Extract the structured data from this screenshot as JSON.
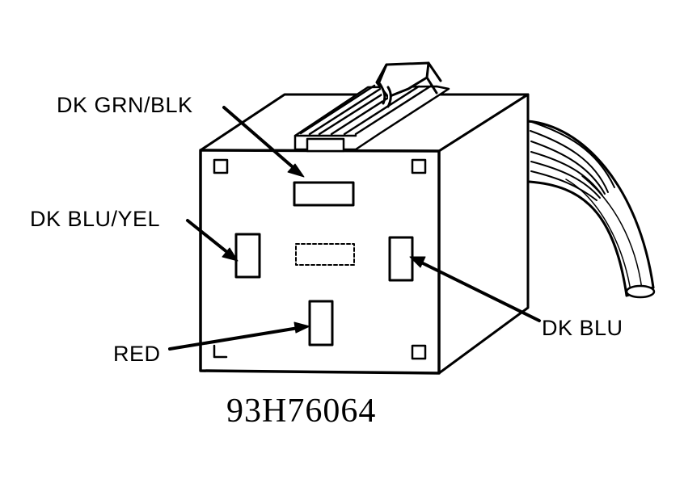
{
  "diagram": {
    "figure_id": "93H76064",
    "callouts": {
      "dk_grn_blk": "DK GRN/BLK",
      "dk_blu_yel": "DK BLU/YEL",
      "dk_blu": "DK BLU",
      "red": "RED"
    },
    "colors": {
      "ink": "#000000",
      "paper": "#ffffff"
    }
  }
}
